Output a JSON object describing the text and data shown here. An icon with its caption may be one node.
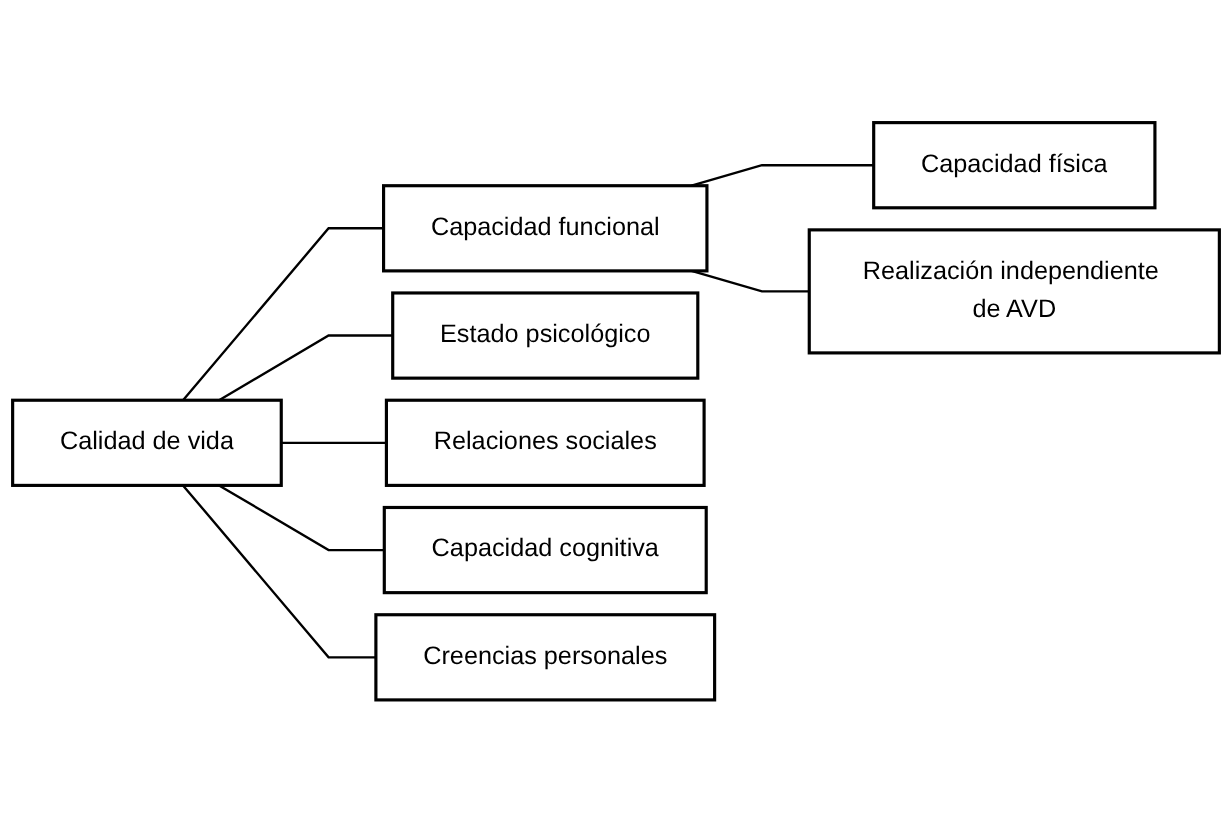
{
  "diagram": {
    "nodes": [
      {
        "text": [
          "Calidad de vida"
        ]
      },
      {
        "text": [
          "Capacidad funcional"
        ]
      },
      {
        "text": [
          "Estado psicológico"
        ]
      },
      {
        "text": [
          "Relaciones sociales"
        ]
      },
      {
        "text": [
          "Capacidad cognitiva"
        ]
      },
      {
        "text": [
          "Creencias personales"
        ]
      },
      {
        "text": [
          "Capacidad física"
        ]
      },
      {
        "text": [
          "Realización independiente de AVD"
        ]
      }
    ],
    "edges": [
      {
        "from": 0,
        "to": 1,
        "arrow": "none"
      },
      {
        "from": 0,
        "to": 2,
        "arrow": "none"
      },
      {
        "from": 0,
        "to": 3,
        "arrow": "none"
      },
      {
        "from": 0,
        "to": 4,
        "arrow": "none"
      },
      {
        "from": 0,
        "to": 5,
        "arrow": "none"
      },
      {
        "from": 1,
        "to": 6,
        "arrow": "none"
      },
      {
        "from": 1,
        "to": 7,
        "arrow": "none"
      }
    ]
  }
}
